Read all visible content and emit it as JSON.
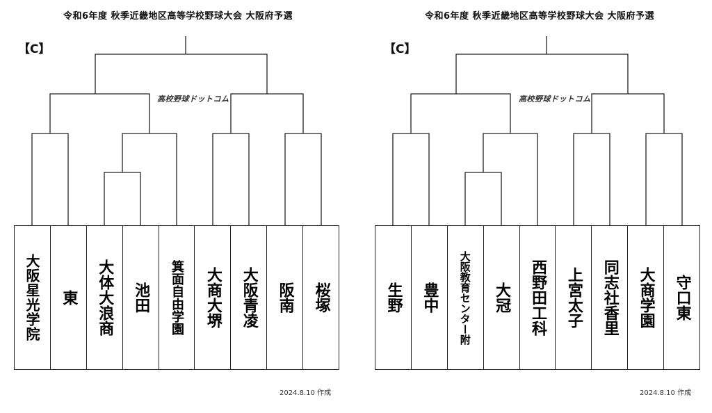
{
  "left": {
    "title": "令和6年度 秋季近畿地区高等学校野球大会 大阪府予選",
    "block": "【C】",
    "logo": "高校野球ドットコム",
    "date": "2024.8.10 作成",
    "teams": [
      "大阪星光学院",
      "東",
      "大体大浪商",
      "池田",
      "箕面自由学園",
      "大商大堺",
      "大阪青凌",
      "阪南",
      "桜塚"
    ]
  },
  "right": {
    "title": "令和6年度 秋季近畿地区高等学校野球大会 大阪府予選",
    "block": "【C】",
    "logo": "高校野球ドットコム",
    "date": "2024.8.10 作成",
    "teams": [
      "生野",
      "豊中",
      "大阪教育センター附",
      "大冠",
      "西野田工科",
      "上宮太子",
      "同志社香里",
      "大商学園",
      "守口東"
    ]
  }
}
